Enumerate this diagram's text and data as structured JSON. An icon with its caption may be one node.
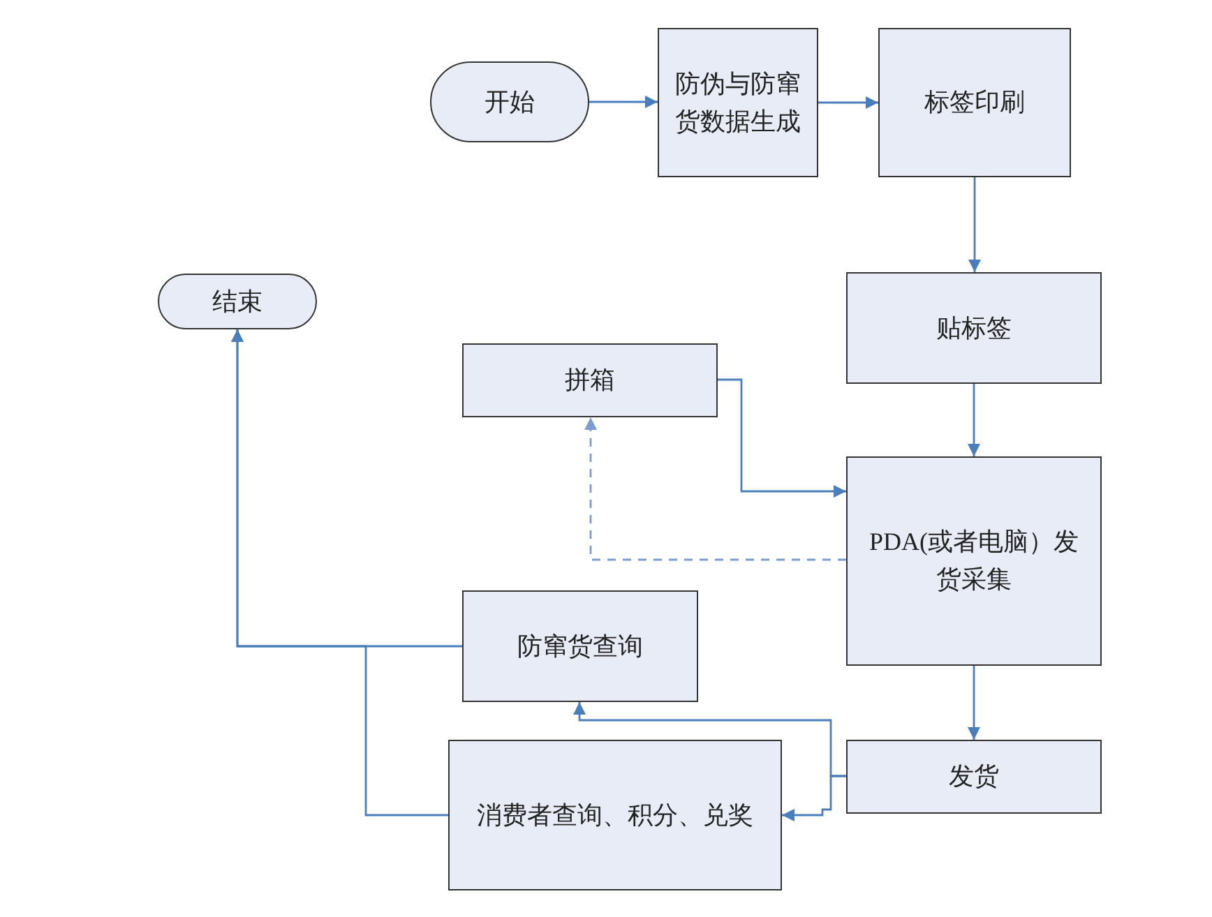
{
  "diagram": {
    "nodes": [
      {
        "text": [
          "开始"
        ]
      },
      {
        "text": [
          "防伪与防窜货数据生成"
        ]
      },
      {
        "text": [
          "标签印刷"
        ]
      },
      {
        "text": [
          "结束"
        ]
      },
      {
        "text": [
          "拼箱"
        ]
      },
      {
        "text": [
          "贴标签"
        ]
      },
      {
        "text": [
          "PDA(或者电脑）发货采集"
        ]
      },
      {
        "text": [
          "防窜货查询"
        ]
      },
      {
        "text": [
          "发货"
        ]
      },
      {
        "text": [
          "消费者查询、积分、兑奖"
        ]
      }
    ],
    "edges": [
      {
        "from": 0,
        "to": 1,
        "arrow": "to"
      },
      {
        "from": 1,
        "to": 2,
        "arrow": "to"
      },
      {
        "from": 2,
        "to": 5,
        "arrow": "to"
      },
      {
        "from": 5,
        "to": 6,
        "arrow": "to"
      },
      {
        "from": 4,
        "to": 6,
        "arrow": "to"
      },
      {
        "from": 6,
        "to": 4,
        "arrow": "to",
        "style": "dashed"
      },
      {
        "from": 6,
        "to": 8,
        "arrow": "to"
      },
      {
        "from": 8,
        "to": 7,
        "arrow": "to"
      },
      {
        "from": 8,
        "to": 9,
        "arrow": "to"
      },
      {
        "from": 7,
        "to": 3,
        "arrow": "to"
      },
      {
        "from": 9,
        "to": 3,
        "arrow": "to"
      }
    ]
  }
}
